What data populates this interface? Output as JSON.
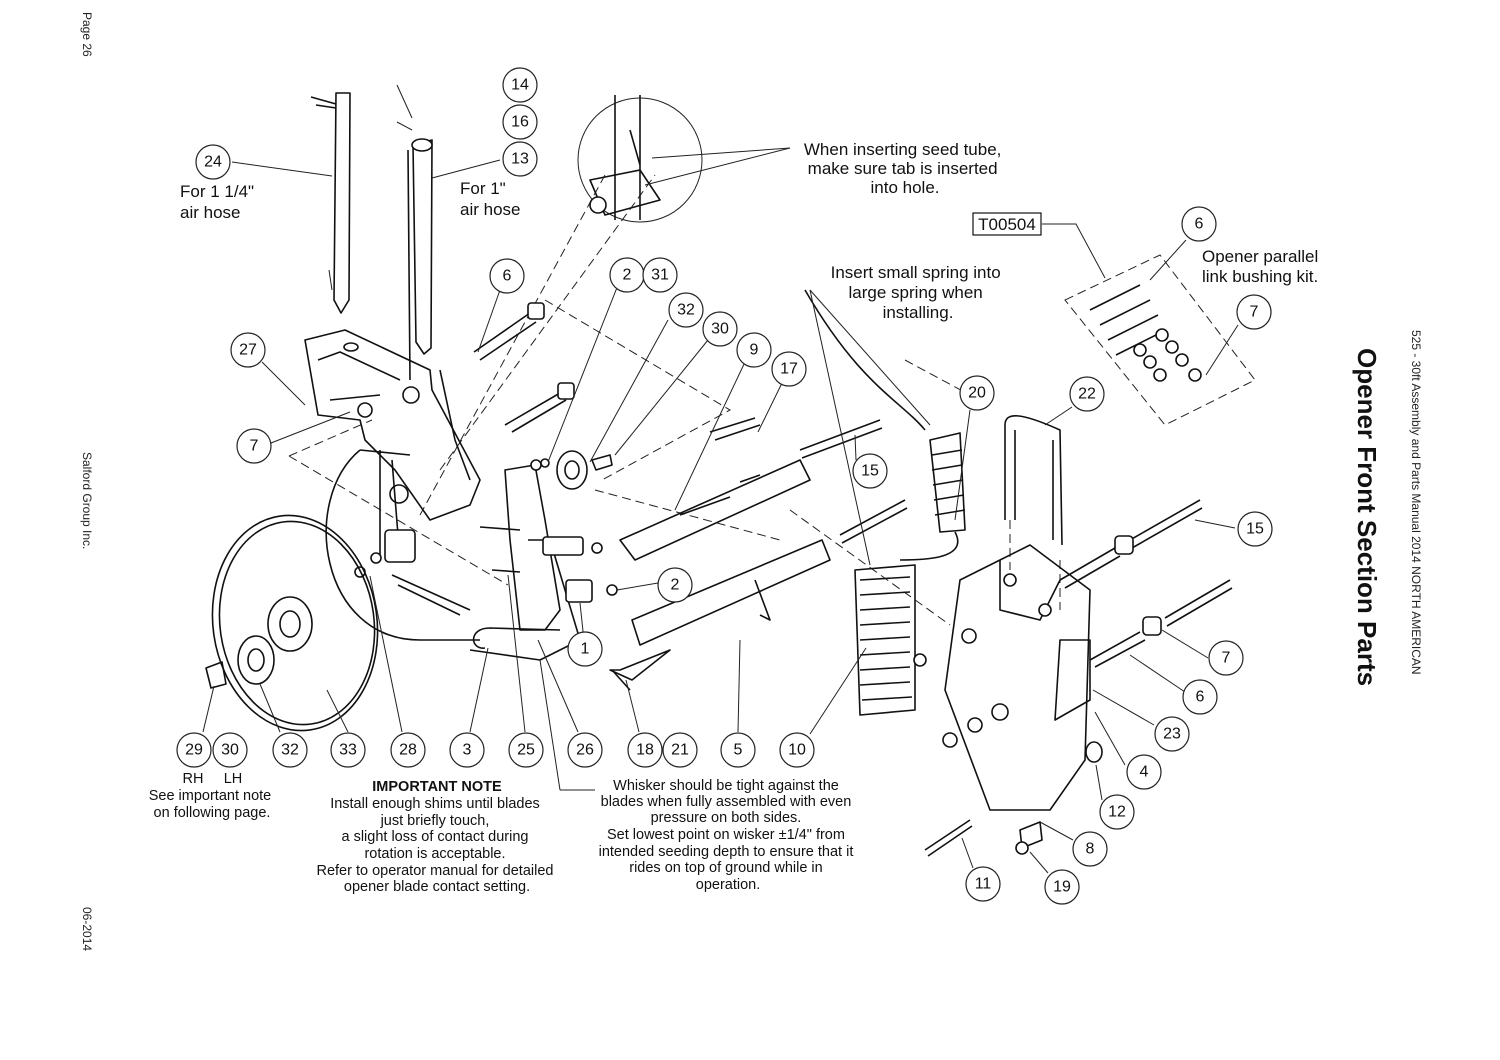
{
  "margin_left": {
    "page": "Page 26",
    "company": "Salford Group Inc.",
    "date": "06-2014"
  },
  "margin_right": {
    "title": "Opener Front Section Parts",
    "manual": "525 - 30ft Assembly and Parts Manual 2014 NORTH AMERICAN"
  },
  "kit_code": "T00504",
  "labels": {
    "seed_tube_note": [
      "When inserting seed tube,",
      "make sure tab is inserted",
      "into hole."
    ],
    "spring_note": [
      "Insert small spring into",
      "large spring when",
      "installing."
    ],
    "bushing_kit": [
      "Opener parallel",
      "link bushing kit."
    ],
    "hose_1_25": [
      "For 1 1/4\"",
      "air hose"
    ],
    "hose_1": [
      "For 1\"",
      "air hose"
    ],
    "rh": "RH",
    "lh": "LH",
    "see_note": [
      "See important note",
      "on following page."
    ],
    "important_title": "IMPORTANT NOTE",
    "important_body": [
      "Install enough shims until blades",
      "just briefly touch,",
      "a slight loss of contact during",
      "rotation is acceptable.",
      "Refer to operator manual for detailed",
      "opener blade contact setting."
    ],
    "whisker_note": [
      "Whisker should be tight against the",
      "blades when fully assembled with even",
      "pressure on both sides.",
      "Set lowest point on wisker ±1/4\" from",
      "intended seeding depth to ensure that it",
      "rides on top of ground while in",
      "operation."
    ]
  },
  "callouts": [
    "14",
    "16",
    "13",
    "24",
    "6",
    "2",
    "31",
    "32",
    "30",
    "9",
    "17",
    "27",
    "7",
    "15",
    "20",
    "22",
    "6",
    "7",
    "15",
    "2",
    "1",
    "7",
    "6",
    "23",
    "4",
    "12",
    "8",
    "19",
    "11",
    "10",
    "29",
    "30",
    "32",
    "33",
    "28",
    "3",
    "25",
    "26",
    "18",
    "21",
    "5"
  ]
}
